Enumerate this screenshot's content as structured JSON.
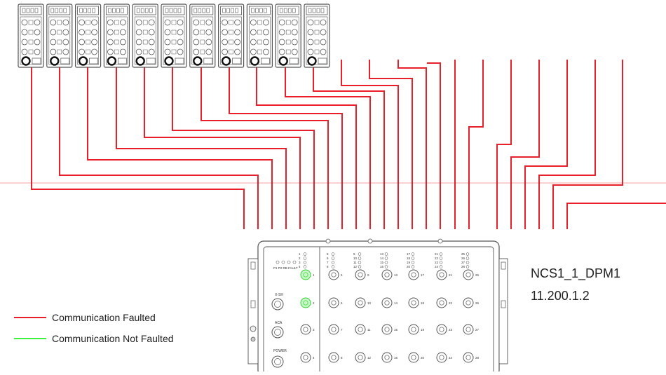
{
  "device": {
    "name": "NCS1_1_DPM1",
    "ip": "11.200.1.2",
    "panel_labels": {
      "fault_leds": "P1 P2 RB FAULT",
      "x_sh": "X-SH",
      "aca": "ACA",
      "power": "POWER"
    },
    "port_numbers": [
      "1",
      "2",
      "3",
      "4",
      "5",
      "6",
      "7",
      "8",
      "9",
      "10",
      "11",
      "12",
      "13",
      "14",
      "15",
      "16",
      "17",
      "18",
      "19",
      "20",
      "21",
      "22",
      "23",
      "24",
      "25",
      "26",
      "27",
      "28"
    ]
  },
  "legend": {
    "faulted": {
      "label": "Communication Faulted",
      "color": "#e8202a"
    },
    "not_faulted": {
      "label": "Communication Not Faulted",
      "color": "#3df23d"
    }
  },
  "colors": {
    "wire_faulted": "#e8202a",
    "wire_ok": "#3df23d",
    "outline": "#555555",
    "guide_line": "#f4a0a0"
  },
  "modules": {
    "count": 11
  },
  "ports_ok": [
    1,
    2
  ]
}
